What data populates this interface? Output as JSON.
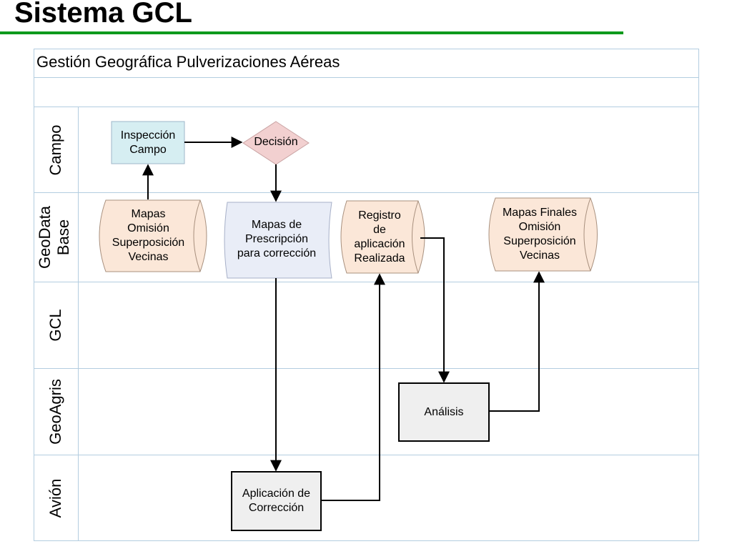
{
  "slide": {
    "title": "Sistema GCL"
  },
  "diagram": {
    "title": "Gestión Geográfica Pulverizaciones Aéreas",
    "lanes": [
      {
        "label_lines": [
          "Campo"
        ]
      },
      {
        "label_lines": [
          "GeoData",
          "Base"
        ]
      },
      {
        "label_lines": [
          "GCL"
        ]
      },
      {
        "label_lines": [
          "GeoAgris"
        ]
      },
      {
        "label_lines": [
          "Avión"
        ]
      }
    ],
    "nodes": {
      "inspeccion": {
        "lines": [
          "Inspección",
          "Campo"
        ],
        "fill": "#d6eef2"
      },
      "decision": {
        "lines": [
          "Decisión"
        ],
        "fill": "#f2d0d0"
      },
      "mapas": {
        "lines": [
          "Mapas",
          "Omisión",
          "Superposición",
          "Vecinas"
        ],
        "fill": "#fbe7d8"
      },
      "prescripcion": {
        "lines": [
          "Mapas de",
          "Prescripción",
          "para corrección"
        ],
        "fill": "#e9edf7"
      },
      "registro": {
        "lines": [
          "Registro",
          "de",
          "aplicación",
          "Realizada"
        ],
        "fill": "#fbe7d8"
      },
      "finales": {
        "lines": [
          "Mapas Finales",
          "Omisión",
          "Superposición",
          "Vecinas"
        ],
        "fill": "#fbe7d8"
      },
      "analisis": {
        "lines": [
          "Análisis"
        ],
        "fill": "#efefef"
      },
      "aplicacion": {
        "lines": [
          "Aplicación de",
          "Corrección"
        ],
        "fill": "#efefef"
      }
    },
    "colors": {
      "accent_rule": "#0e9a1c",
      "lane_border": "#b3cde0"
    }
  }
}
